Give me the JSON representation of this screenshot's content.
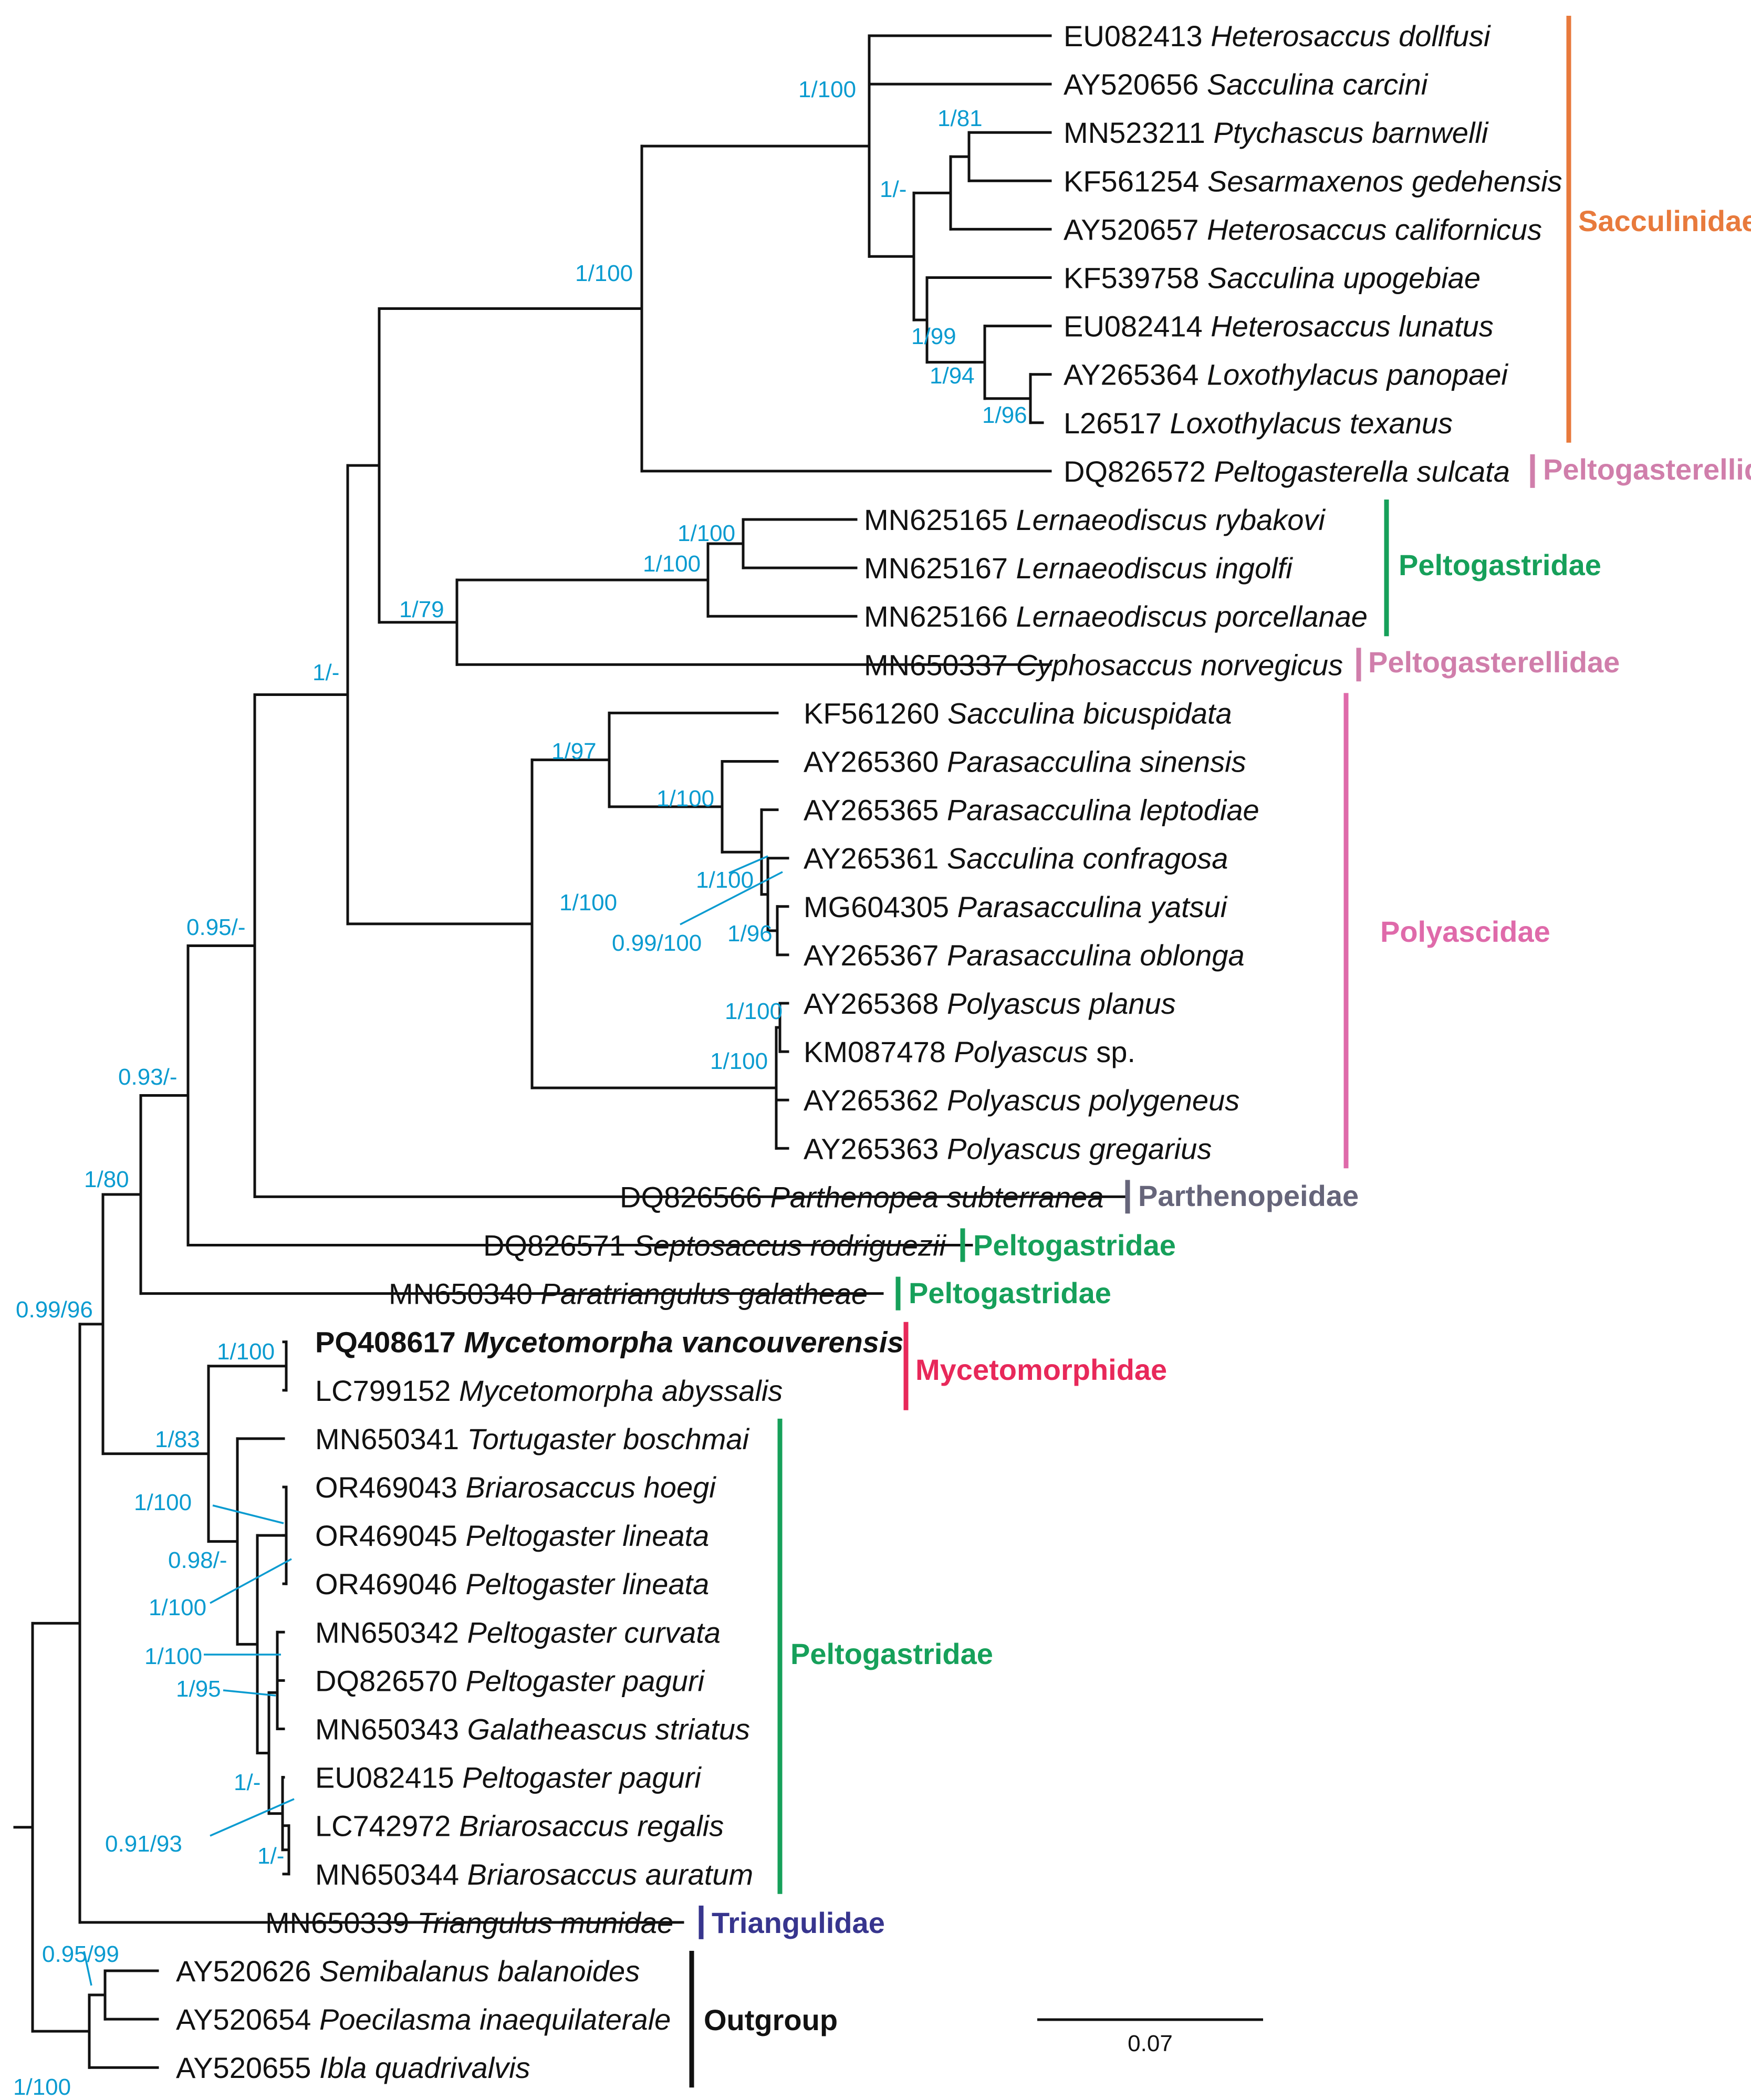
{
  "taxa": [
    {
      "acc": "EU082413",
      "name": "Heterosaccus dollfusi"
    },
    {
      "acc": "AY520656",
      "name": "Sacculina carcini"
    },
    {
      "acc": "MN523211",
      "name": "Ptychascus barnwelli"
    },
    {
      "acc": "KF561254",
      "name": "Sesarmaxenos gedehensis"
    },
    {
      "acc": "AY520657",
      "name": "Heterosaccus californicus"
    },
    {
      "acc": "KF539758",
      "name": "Sacculina upogebiae"
    },
    {
      "acc": "EU082414",
      "name": "Heterosaccus lunatus"
    },
    {
      "acc": "AY265364",
      "name": "Loxothylacus panopaei"
    },
    {
      "acc": "L26517",
      "name": "Loxothylacus texanus"
    },
    {
      "acc": "DQ826572",
      "name": "Peltogasterella sulcata"
    },
    {
      "acc": "MN625165",
      "name": "Lernaeodiscus rybakovi"
    },
    {
      "acc": "MN625167",
      "name": "Lernaeodiscus ingolfi"
    },
    {
      "acc": "MN625166",
      "name": "Lernaeodiscus porcellanae"
    },
    {
      "acc": "MN650337",
      "name": "Cyphosaccus norvegicus"
    },
    {
      "acc": "KF561260",
      "name": "Sacculina bicuspidata"
    },
    {
      "acc": "AY265360",
      "name": "Parasacculina sinensis"
    },
    {
      "acc": "AY265365",
      "name": "Parasacculina leptodiae"
    },
    {
      "acc": "AY265361",
      "name": "Sacculina confragosa"
    },
    {
      "acc": "MG604305",
      "name": "Parasacculina yatsui"
    },
    {
      "acc": "AY265367",
      "name": "Parasacculina oblonga"
    },
    {
      "acc": "AY265368",
      "name": "Polyascus planus"
    },
    {
      "acc": "KM087478",
      "name": "Polyascus",
      "suffix": "sp."
    },
    {
      "acc": "AY265362",
      "name": "Polyascus polygeneus"
    },
    {
      "acc": "AY265363",
      "name": "Polyascus gregarius"
    },
    {
      "acc": "DQ826566",
      "name": "Parthenopea subterranea"
    },
    {
      "acc": "DQ826571",
      "name": "Septosaccus rodriguezii"
    },
    {
      "acc": "MN650340",
      "name": "Paratriangulus galatheae"
    },
    {
      "acc": "PQ408617",
      "name": "Mycetomorpha vancouverensis",
      "bold": true
    },
    {
      "acc": "LC799152",
      "name": "Mycetomorpha abyssalis"
    },
    {
      "acc": "MN650341",
      "name": "Tortugaster boschmai"
    },
    {
      "acc": "OR469043",
      "name": "Briarosaccus hoegi"
    },
    {
      "acc": "OR469045",
      "name": "Peltogaster lineata"
    },
    {
      "acc": "OR469046",
      "name": "Peltogaster lineata"
    },
    {
      "acc": "MN650342",
      "name": "Peltogaster curvata"
    },
    {
      "acc": "DQ826570",
      "name": "Peltogaster paguri"
    },
    {
      "acc": "MN650343",
      "name": "Galatheascus striatus"
    },
    {
      "acc": "EU082415",
      "name": "Peltogaster paguri"
    },
    {
      "acc": "LC742972",
      "name": "Briarosaccus regalis"
    },
    {
      "acc": "MN650344",
      "name": "Briarosaccus auratum"
    },
    {
      "acc": "MN650339",
      "name": "Triangulus munidae"
    },
    {
      "acc": "AY520626",
      "name": "Semibalanus balanoides"
    },
    {
      "acc": "AY520654",
      "name": "Poecilasma inaequilaterale"
    },
    {
      "acc": "AY520655",
      "name": "Ibla quadrivalvis"
    }
  ],
  "families": [
    {
      "label": "Sacculinidae",
      "color": "#e87a3c"
    },
    {
      "label": "Peltogasterellidae",
      "color": "#d07eab"
    },
    {
      "label": "Peltogastridae",
      "color": "#16a05a"
    },
    {
      "label": "Peltogasterellidae",
      "color": "#d07eab"
    },
    {
      "label": "Polyascidae",
      "color": "#df6aaa"
    },
    {
      "label": "Parthenopeidae",
      "color": "#66657a"
    },
    {
      "label": "Peltogastridae",
      "color": "#16a05a"
    },
    {
      "label": "Peltogastridae",
      "color": "#16a05a"
    },
    {
      "label": "Mycetomorphidae",
      "color": "#e8285a"
    },
    {
      "label": "Peltogastridae",
      "color": "#16a05a"
    },
    {
      "label": "Triangulidae",
      "color": "#37358e"
    },
    {
      "label": "Outgroup",
      "color": "#111111"
    }
  ],
  "supports": [
    "1/100",
    "1/81",
    "1/-",
    "1/99",
    "1/94",
    "1/96",
    "1/100",
    "1/100",
    "1/100",
    "1/79",
    "1/-",
    "1/97",
    "1/100",
    "1/100",
    "0.99/100",
    "1/96",
    "1/100",
    "1/100",
    "1/100",
    "0.95/-",
    "0.93/-",
    "1/80",
    "0.99/96",
    "1/100",
    "1/83",
    "1/100",
    "0.98/-",
    "1/100",
    "1/100",
    "1/95",
    "1/-",
    "0.91/93",
    "1/-",
    "0.95/99",
    "1/100"
  ],
  "scale_bar": {
    "label": "0.07"
  },
  "colors": {
    "support": "#0a9bd0",
    "branch": "#111111"
  }
}
